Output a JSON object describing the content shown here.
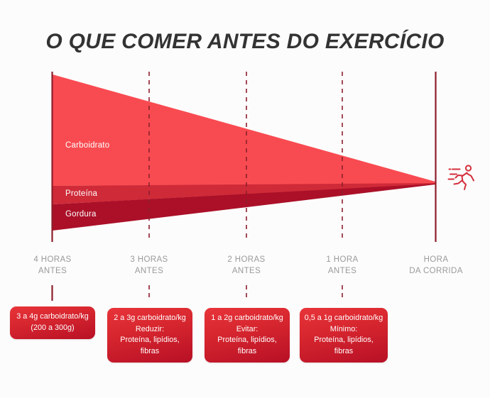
{
  "title": "O QUE COMER ANTES DO EXERCÍCIO",
  "colors": {
    "background": "#fdfcfc",
    "title_text": "#333333",
    "carb_band": "#f84b51",
    "protein_band": "#cf2a38",
    "fat_band": "#ab1028",
    "axis_line": "#8c1f2c",
    "box_gradient_top": "#e8343a",
    "box_gradient_bottom": "#b81026",
    "time_label": "#9a9a9a",
    "runner_icon": "#d32f3c"
  },
  "bands": [
    {
      "name": "carboidrato",
      "label": "Carboidrato"
    },
    {
      "name": "proteina",
      "label": "Proteína"
    },
    {
      "name": "gordura",
      "label": "Gordura"
    }
  ],
  "timeline": [
    {
      "line1": "4 HORAS",
      "line2": "ANTES"
    },
    {
      "line1": "3 HORAS",
      "line2": "ANTES"
    },
    {
      "line1": "2 HORAS",
      "line2": "ANTES"
    },
    {
      "line1": "1 HORA",
      "line2": "ANTES"
    },
    {
      "line1": "HORA",
      "line2": "DA CORRIDA"
    }
  ],
  "boxes": [
    {
      "lines": [
        "3 a 4g carboidrato/kg",
        "(200 a 300g)"
      ]
    },
    {
      "lines": [
        "2 a 3g carboidrato/kg",
        "Reduzir:",
        "Proteína, lipídios,",
        "fibras"
      ]
    },
    {
      "lines": [
        "1 a 2g carboidrato/kg",
        "Evitar:",
        "Proteína, lipídios,",
        "fibras"
      ]
    },
    {
      "lines": [
        "0,5 a 1g carboidrato/kg",
        "Mínimo:",
        "Proteína, lipídios,",
        "fibras"
      ]
    }
  ],
  "icons": {
    "runner": "running-person-icon"
  },
  "chart_data": {
    "type": "area",
    "title": "O QUE COMER ANTES DO EXERCÍCIO",
    "xlabel": "",
    "ylabel": "",
    "grid": false,
    "legend": "inline-band-labels",
    "categories": [
      "4 HORAS ANTES",
      "3 HORAS ANTES",
      "2 HORAS ANTES",
      "1 HORA ANTES",
      "HORA DA CORRIDA"
    ],
    "series": [
      {
        "name": "Carboidrato",
        "values": [
          4,
          3,
          2,
          1,
          0.25
        ],
        "unit": "g/kg",
        "color": "#f84b51"
      },
      {
        "name": "Proteína",
        "values": [
          1,
          0.7,
          0.4,
          0.15,
          0
        ],
        "unit": "relative",
        "color": "#cf2a38"
      },
      {
        "name": "Gordura",
        "values": [
          1.4,
          1.0,
          0.6,
          0.2,
          0
        ],
        "unit": "relative",
        "color": "#ab1028"
      }
    ],
    "annotations": [
      "3 a 4g carboidrato/kg (200 a 300g)",
      "2 a 3g carboidrato/kg — Reduzir: Proteína, lipídios, fibras",
      "1 a 2g carboidrato/kg — Evitar: Proteína, lipídios, fibras",
      "0,5 a 1g carboidrato/kg — Mínimo: Proteína, lipídios, fibras"
    ]
  }
}
